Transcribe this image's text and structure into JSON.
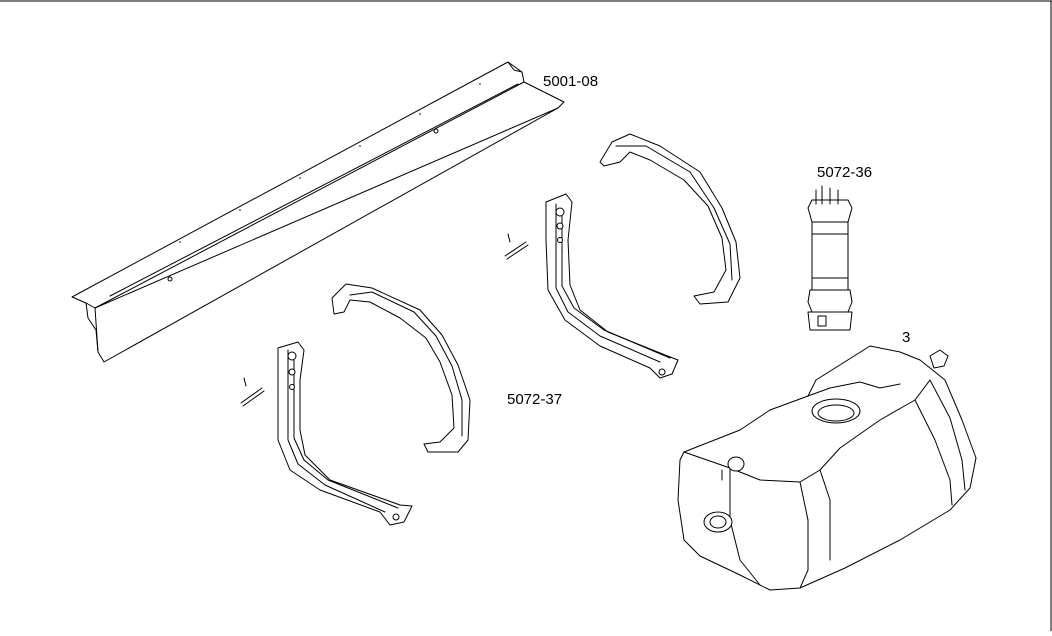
{
  "labels": {
    "beam": "5001-08",
    "sender": "5072-36",
    "straps": "5072-37",
    "tank": "3"
  },
  "colors": {
    "line": "#000000",
    "background": "#ffffff"
  }
}
